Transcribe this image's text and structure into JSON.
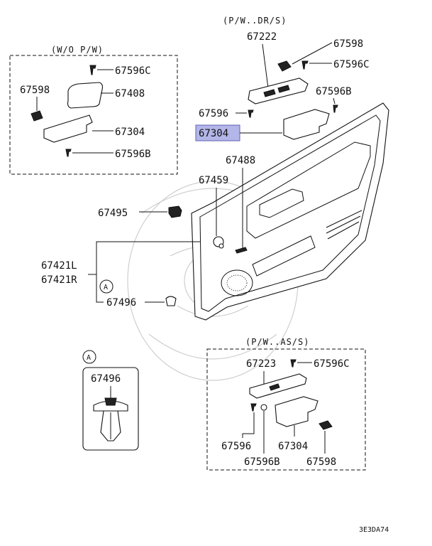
{
  "groups": {
    "wo_pw": "(W/O P/W)",
    "pw_dr": "(P/W..DR/S)",
    "pw_as": "(P/W..AS/S)"
  },
  "labels": {
    "l_67596c_a": "67596C",
    "l_67598_a": "67598",
    "l_67408": "67408",
    "l_67304_a": "67304",
    "l_67596b_a": "67596B",
    "l_67222": "67222",
    "l_67598_b": "67598",
    "l_67596c_b": "67596C",
    "l_67596b_b": "67596B",
    "l_67596_a": "67596",
    "l_67304_b": "67304",
    "l_67488": "67488",
    "l_67459": "67459",
    "l_67495": "67495",
    "l_67421l": "67421L",
    "l_67421r": "67421R",
    "l_67496_a": "67496",
    "l_67496_b": "67496",
    "l_67223": "67223",
    "l_67596c_c": "67596C",
    "l_67596_b": "67596",
    "l_67304_c": "67304",
    "l_67596b_c": "67596B",
    "l_67598_c": "67598"
  },
  "callouts": {
    "a1": "A",
    "a2": "A"
  },
  "diagram_code": "3E3DA74",
  "highlight_color": "#b3b6e8"
}
